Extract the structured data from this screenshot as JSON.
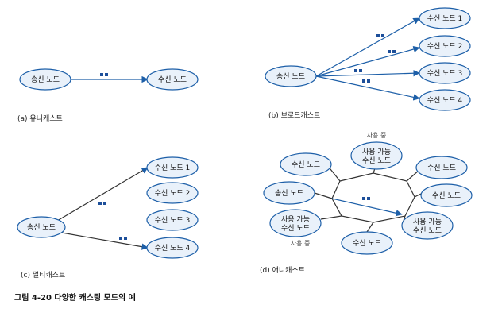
{
  "unicast": {
    "sender": "송신 노드",
    "receiver": "수신 노드",
    "caption": "(a) 유니캐스트"
  },
  "broadcast": {
    "sender": "송신 노드",
    "receivers": [
      "수신 노드 1",
      "수신 노드 2",
      "수신 노드 3",
      "수신 노드 4"
    ],
    "caption": "(b) 브로드캐스트"
  },
  "multicast": {
    "sender": "송신 노드",
    "receivers": [
      "수신 노드 1",
      "수신 노드 2",
      "수신 노드 3",
      "수신 노드 4"
    ],
    "caption": "(c) 멀티캐스트"
  },
  "anycast": {
    "sender": "송신 노드",
    "receiver_label": "수신 노드",
    "available_line1": "사용 가능",
    "available_line2": "수신 노드",
    "in_use": "사용 중",
    "caption": "(d) 애니캐스트"
  },
  "figure_caption": "그림 4-20  다양한 캐스팅 모드의 예",
  "colors": {
    "node_fill": "#e9f1fa",
    "node_stroke": "#1d5fa8",
    "link": "#1d5fa8",
    "packet": "#1d4f9a"
  }
}
